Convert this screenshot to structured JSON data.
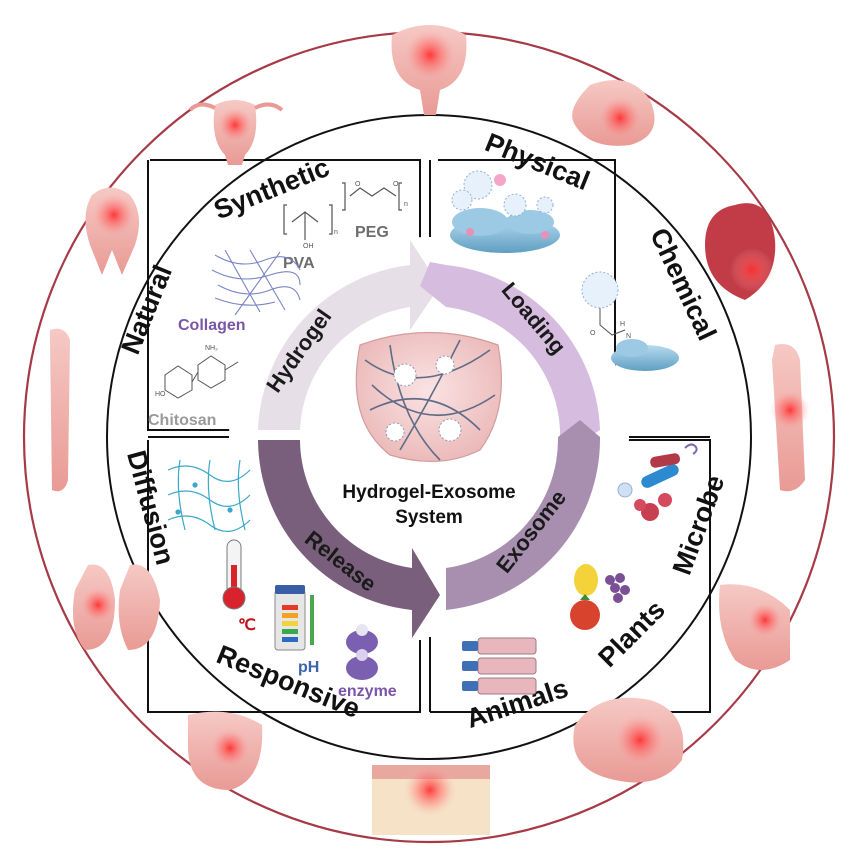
{
  "center": {
    "line1": "Hydrogel-Exosome",
    "line2": "System"
  },
  "cycle": {
    "hydrogel": "Hydrogel",
    "loading": "Loading",
    "exosome": "Exosome",
    "release": "Release"
  },
  "ring": {
    "synthetic": "Synthetic",
    "natural": "Natural",
    "physical": "Physical",
    "chemical": "Chemical",
    "microbe": "Microbe",
    "plants": "Plants",
    "animals": "Animals",
    "diffusion": "Diffusion",
    "responsive": "Responsive"
  },
  "materials": {
    "peg": "PEG",
    "pva": "PVA",
    "collagen": "Collagen",
    "chitosan": "Chitosan",
    "temp": "℃",
    "ph": "pH",
    "enzyme": "enzyme"
  },
  "colors": {
    "hydrogel_arrow": "#e6dfe8",
    "loading_arrow": "#d6bde0",
    "exosome_arrow": "#a88fb0",
    "release_arrow": "#7a5f7c",
    "outer_ring": "#a63a46",
    "collagen_text": "#7a55a8",
    "chitosan_text": "#9a9a9a",
    "peg_text": "#6d6d6d",
    "temp_text": "#c0121b",
    "ph_text": "#3b64b0",
    "enzyme_text": "#7a55a8"
  },
  "icons": [
    "bladder-icon",
    "stomach-icon",
    "heart-icon",
    "leg-icon",
    "knee-icon",
    "brain-icon",
    "skin-icon",
    "intestine-icon",
    "lung-icon",
    "bone-icon",
    "tooth-icon",
    "uterus-icon"
  ]
}
